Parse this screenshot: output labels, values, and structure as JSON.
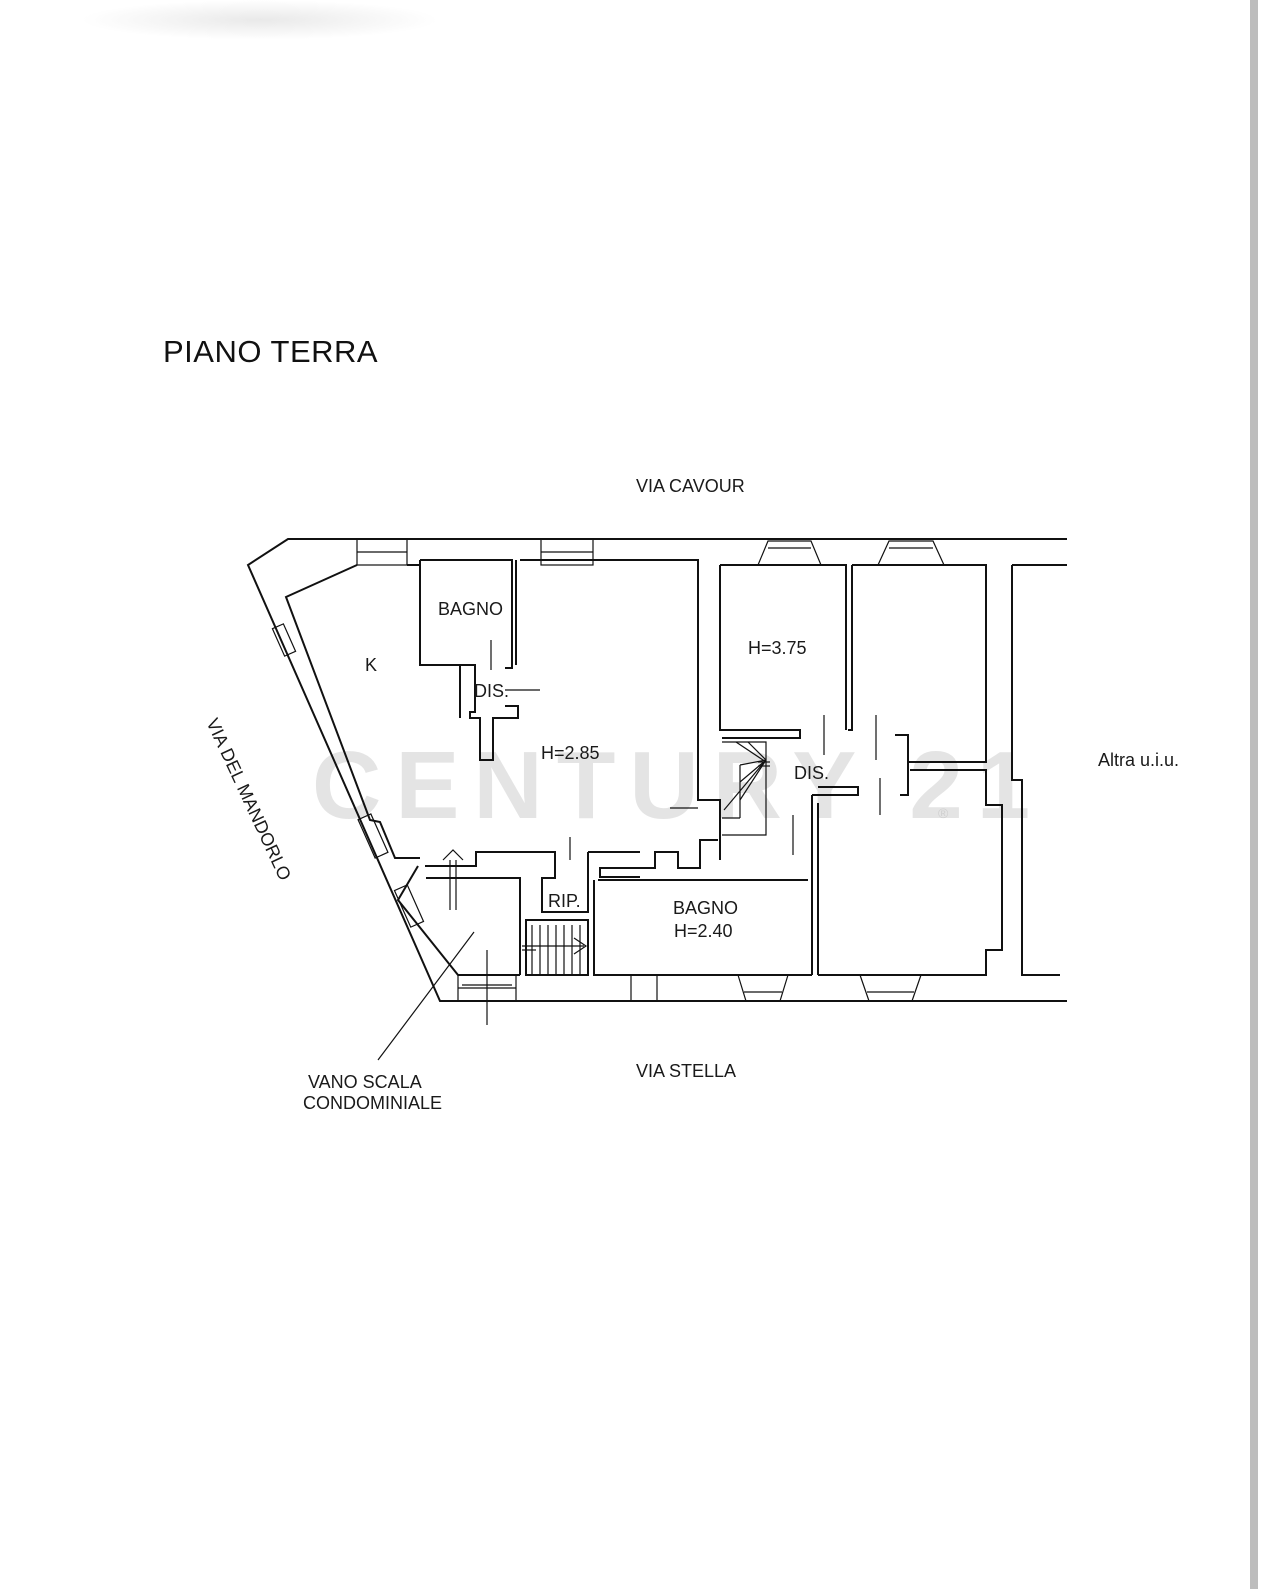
{
  "title": "PIANO TERRA",
  "streets": {
    "north": "VIA CAVOUR",
    "south": "VIA STELLA",
    "west": "VIA DEL MANDORLO",
    "east": "Altra u.i.u."
  },
  "rooms": {
    "bagno_top": "BAGNO",
    "kitchen": "K",
    "dis_left": "DIS.",
    "main_height": "H=2.85",
    "room_height": "H=3.75",
    "dis_right": "DIS.",
    "rip": "RIP.",
    "bagno_bottom_name": "BAGNO",
    "bagno_bottom_height": "H=2.40"
  },
  "stair_label": {
    "line1": "VANO SCALA",
    "line2": "CONDOMINIALE"
  },
  "watermark": {
    "text": "CENTURY 21",
    "mark": "®"
  }
}
